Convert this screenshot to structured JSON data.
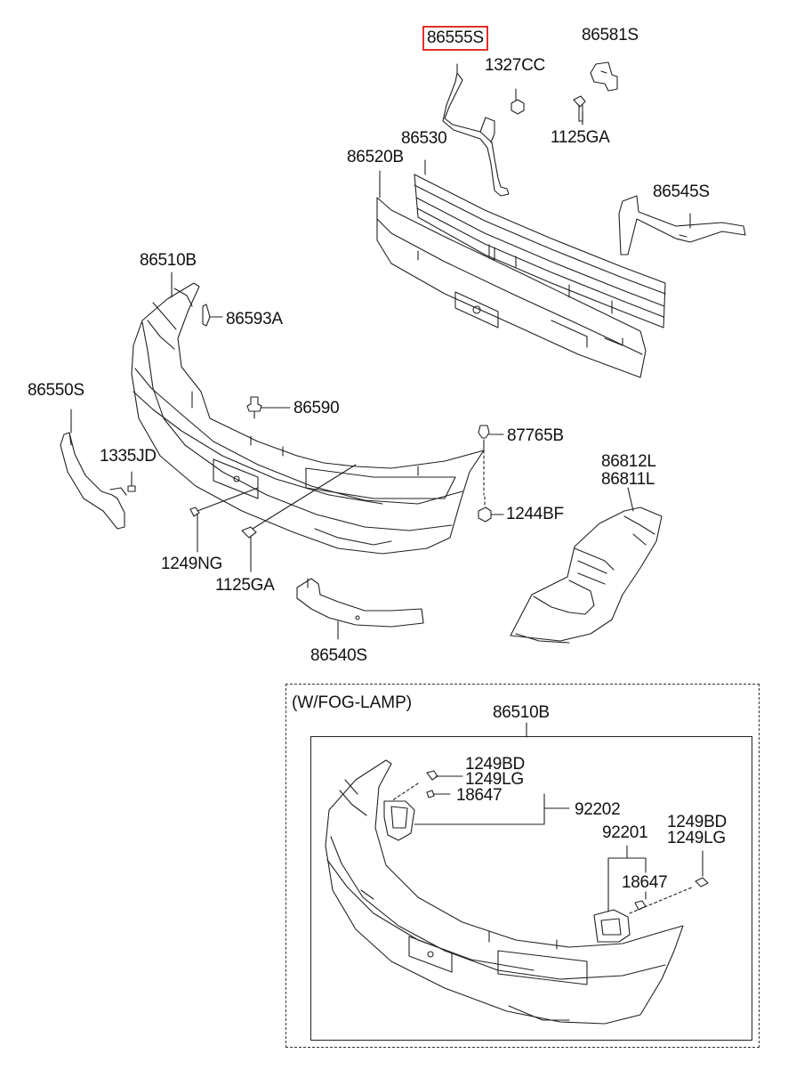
{
  "inset": {
    "title": "(W/FOG-LAMP)"
  },
  "labels": {
    "p86555S": "86555S",
    "p86581S": "86581S",
    "p1327CC": "1327CC",
    "p1125GA_top": "1125GA",
    "p86530": "86530",
    "p86520B": "86520B",
    "p86545S": "86545S",
    "p86510B": "86510B",
    "p86593A": "86593A",
    "p86550S": "86550S",
    "p86590": "86590",
    "p87765B": "87765B",
    "p1335JD": "1335JD",
    "p86812L": "86812L",
    "p86811L": "86811L",
    "p1244BF": "1244BF",
    "p1249NG": "1249NG",
    "p1125GA_bottom": "1125GA",
    "p86540S": "86540S",
    "p86510B_inset": "86510B",
    "p1249BD_left": "1249BD",
    "p1249LG_left": "1249LG",
    "p18647_left": "18647",
    "p92202": "92202",
    "p92201": "92201",
    "p1249BD_right": "1249BD",
    "p1249LG_right": "1249LG",
    "p18647_right": "18647"
  },
  "highlight_color": "#e0302a"
}
